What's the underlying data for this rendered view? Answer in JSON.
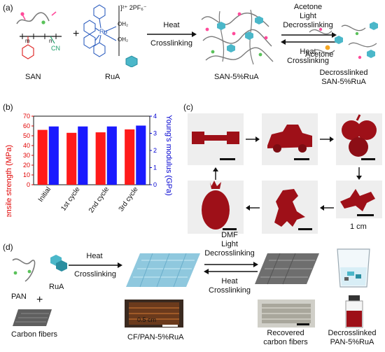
{
  "panel_a": {
    "label": "(a)",
    "san": "SAN",
    "rua": "RuA",
    "rua_charge": "]²⁺ 2PF₆⁻",
    "chem_m": "m",
    "chem_n": "n",
    "chem_cn": "CN",
    "chem_ru": "Ru",
    "chem_oh2_top": "OH₂",
    "chem_oh2_bottom": "OH₂",
    "plus": "+",
    "arrow1_top": "Heat",
    "arrow1_bottom": "Crosslinking",
    "product": "SAN-5%RuA",
    "rev_top_1": "Acetone",
    "rev_top_2": "Light",
    "rev_top_3": "Decrosslinking",
    "rev_bottom_1": "Heat",
    "rev_bottom_2": "Crosslinking",
    "acetone_label": "Acetone",
    "decrosslinked_1": "Decrosslinked",
    "decrosslinked_2": "SAN-5%RuA"
  },
  "panel_b": {
    "label": "(b)"
  },
  "chart_data": {
    "type": "bar",
    "categories": [
      "Initial",
      "1st cycle",
      "2nd cycle",
      "3rd cycle"
    ],
    "series": [
      {
        "name": "Tensile strength",
        "values": [
          56,
          53,
          53.5,
          56.5
        ],
        "color": "#ff1a1a"
      },
      {
        "name": "Young's modulus",
        "values": [
          3.4,
          3.4,
          3.4,
          3.45
        ],
        "color": "#1a1aff"
      }
    ],
    "ylabel_left": "Tensile strength (MPa)",
    "ylabel_right": "Young's modulus (GPa)",
    "ylim_left": [
      0,
      70
    ],
    "ylim_right": [
      0,
      4
    ],
    "yticks_left": [
      "0",
      "10",
      "20",
      "30",
      "40",
      "50",
      "60",
      "70"
    ],
    "yticks_right": [
      "0",
      "1",
      "2",
      "3",
      "4"
    ],
    "grid": false
  },
  "panel_c": {
    "label": "(c)",
    "scale_label": "1 cm"
  },
  "panel_d": {
    "label": "(d)",
    "pan": "PAN",
    "plus": "+",
    "rua": "RuA",
    "carbon_fibers": "Carbon fibers",
    "arrow1_top": "Heat",
    "arrow1_bottom": "Crosslinking",
    "rev_top_1": "DMF",
    "rev_top_2": "Light",
    "rev_top_3": "Decrosslinking",
    "rev_bottom_1": "Heat",
    "rev_bottom_2": "Crosslinking",
    "scale_label": "0.5 cm",
    "composite": "CF/PAN-5%RuA",
    "recovered_1": "Recovered",
    "recovered_2": "carbon fibers",
    "decross_1": "Decrosslinked",
    "decross_2": "PAN-5%RuA"
  },
  "colors": {
    "red": "#ff1a1a",
    "blue": "#1a1aff",
    "resin": "#9e1018",
    "composite_blue": "#8fc8de",
    "recovered_gray": "#6e6e6e"
  }
}
